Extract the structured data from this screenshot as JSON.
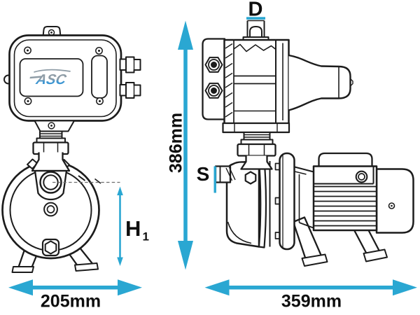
{
  "logo": {
    "text": "ASC"
  },
  "dimensions": {
    "outlet_label": "D",
    "suction_label": "S",
    "h1_label": "H",
    "h1_subscript": "1",
    "total_height": "386mm",
    "front_width": "205mm",
    "side_length": "359mm"
  },
  "colors": {
    "dimension_accent": "#2AA7D2",
    "line": "#1C1C1C",
    "logo_blue": "#3D96D2",
    "logo_gray": "#8E9CA6",
    "background": "#FFFFFF"
  }
}
